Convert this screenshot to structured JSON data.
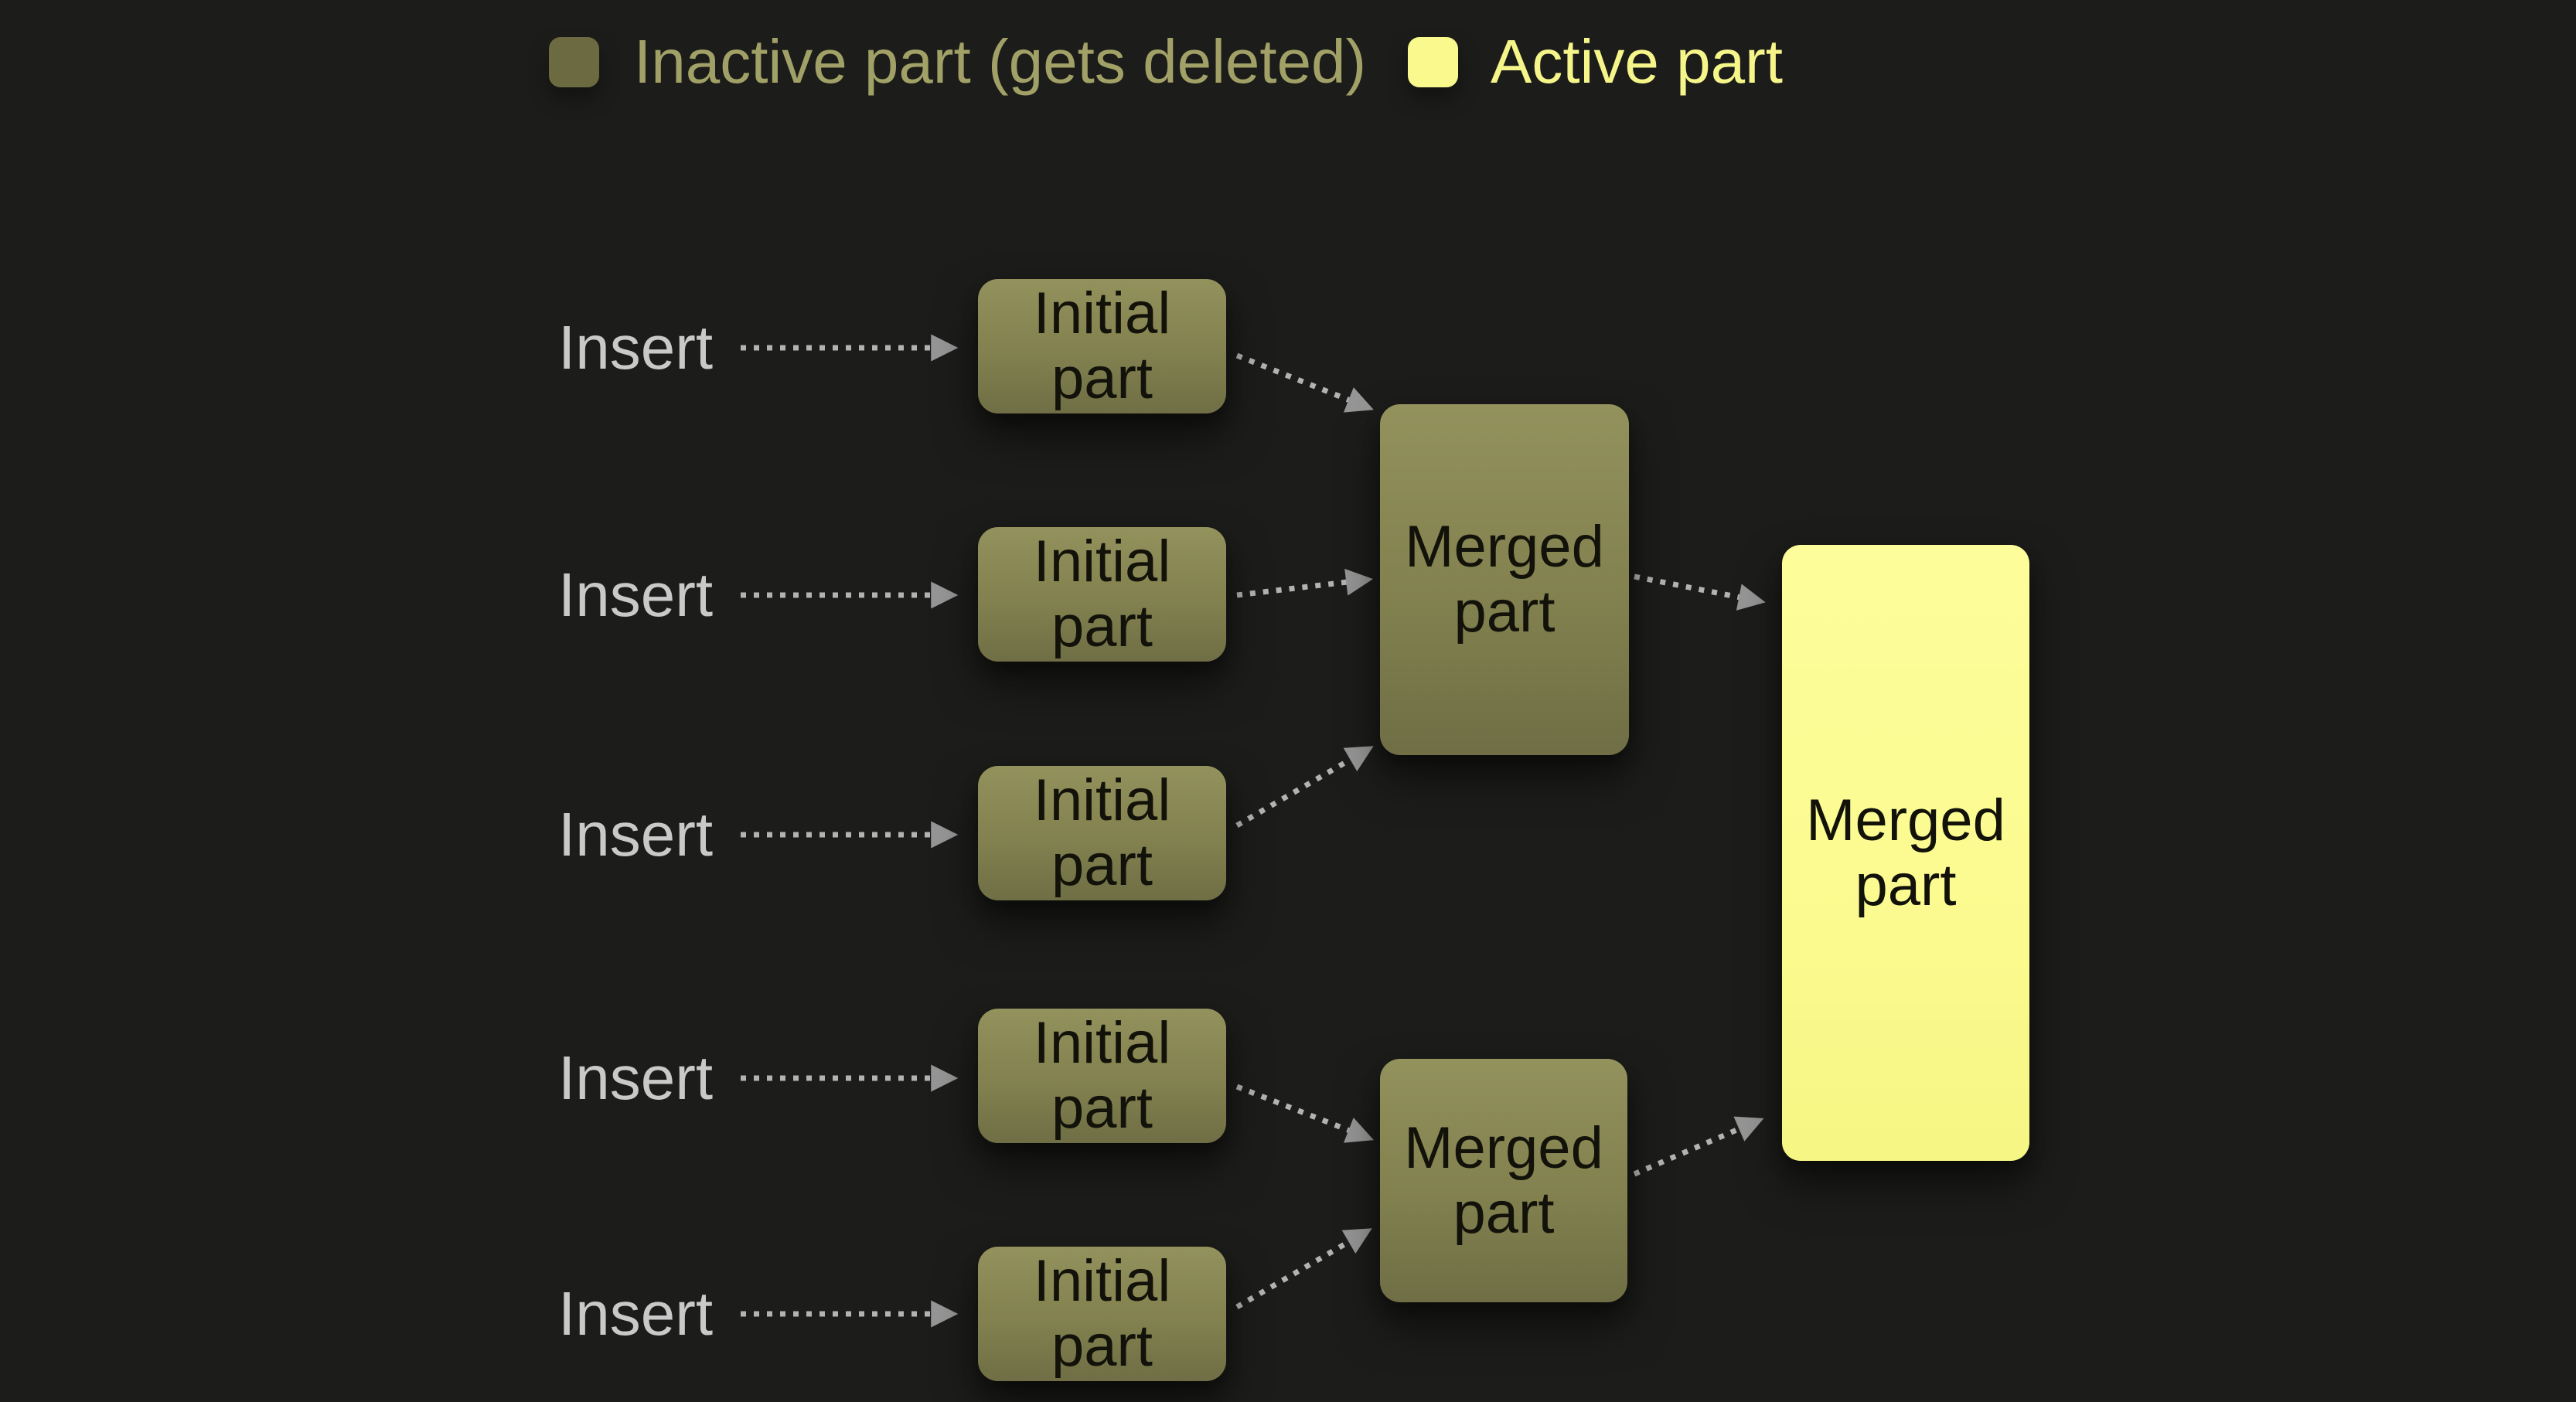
{
  "legend": {
    "inactive": {
      "label": "Inactive part (gets deleted)",
      "swatch_color": "#6b6a41",
      "text_color": "#a1a167"
    },
    "active": {
      "label": "Active part",
      "swatch_color": "#f9f98d",
      "text_color": "#f5f58a"
    }
  },
  "flow": {
    "insert_labels": [
      "Insert",
      "Insert",
      "Insert",
      "Insert",
      "Insert"
    ],
    "initial_parts": [
      "Initial part",
      "Initial part",
      "Initial part",
      "Initial part",
      "Initial part"
    ],
    "merged_parts": {
      "stage1_top": "Merged part",
      "stage1_bottom": "Merged part",
      "final": "Merged part"
    }
  },
  "colors": {
    "background": "#1c1c1a",
    "inactive_fill_top": "#93925d",
    "inactive_fill_bottom": "#6f6e45",
    "active_fill": "#fbfb91",
    "node_text": "#12120a",
    "insert_text": "#c9c9c9",
    "arrow_dots": "#b3b3b3",
    "arrow_head": "#969696"
  }
}
